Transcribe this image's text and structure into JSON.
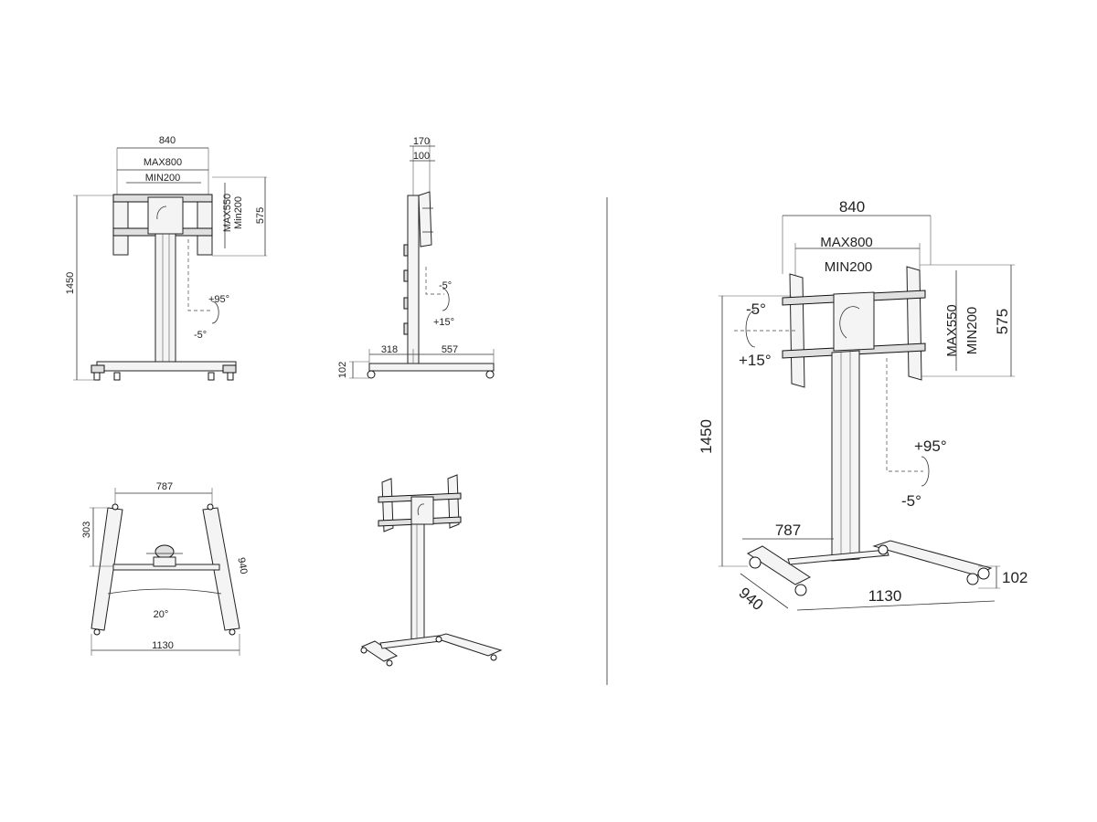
{
  "colors": {
    "line": "#333333",
    "background": "#ffffff"
  },
  "front_view": {
    "width_840": "840",
    "max800": "MAX800",
    "min200": "MIN200",
    "max550": "MAX550",
    "min200_vert": "Min200",
    "h575": "575",
    "h1450": "1450",
    "tilt_up": "+95°",
    "tilt_down": "-5°"
  },
  "side_view": {
    "d170": "170",
    "d100": "100",
    "tilt_back": "-5°",
    "tilt_fwd": "+15°",
    "d318": "318",
    "d557": "557",
    "d102": "102"
  },
  "top_view": {
    "w787": "787",
    "d303": "303",
    "d940": "940",
    "angle": "20°",
    "w1130": "1130"
  },
  "iso_view": {
    "width_840": "840",
    "max800": "MAX800",
    "min200": "MIN200",
    "max550": "MAX550",
    "min200_vert": "MIN200",
    "h575": "575",
    "tilt_back": "-5°",
    "tilt_fwd": "+15°",
    "h1450": "1450",
    "swivel_up": "+95°",
    "swivel_down": "-5°",
    "w787": "787",
    "d102": "102",
    "d940": "940",
    "w1130": "1130"
  }
}
